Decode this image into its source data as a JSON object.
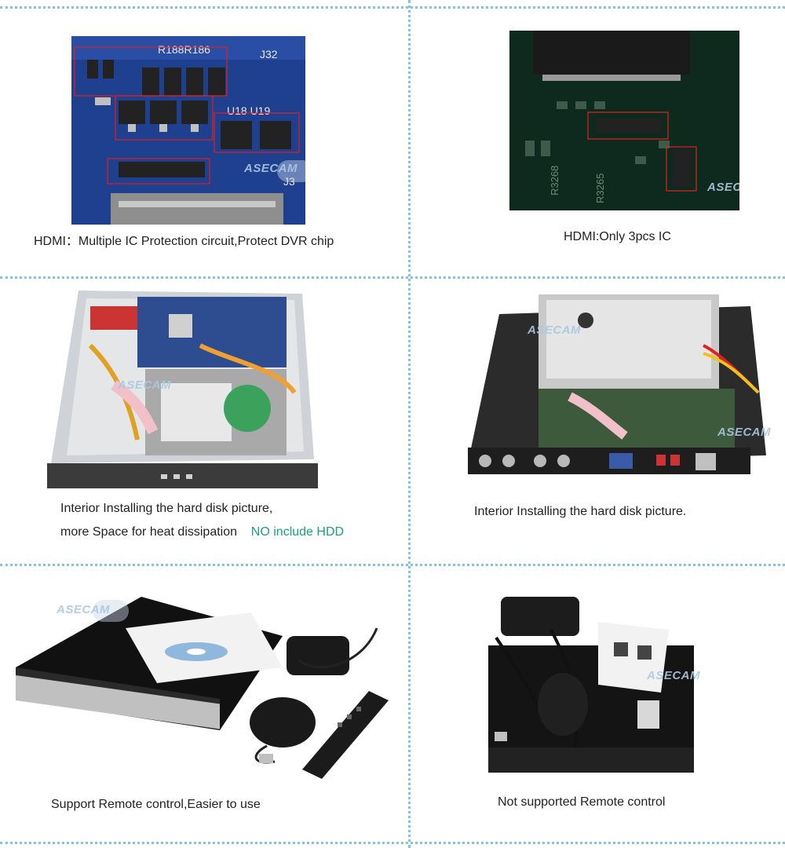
{
  "watermark": "ASECAM",
  "panels": [
    {
      "id": "hdmi-good",
      "caption": "HDMI：Multiple IC Protection circuit,Protect DVR chip"
    },
    {
      "id": "hdmi-bad",
      "caption": "HDMI:Only 3pcs IC"
    },
    {
      "id": "interior-good",
      "caption_line1": "Interior Installing the hard disk picture,",
      "caption_line2": "more Space for heat dissipation",
      "caption_note": "NO include HDD"
    },
    {
      "id": "interior-bad",
      "caption": "Interior Installing the hard disk picture."
    },
    {
      "id": "remote-good",
      "caption": "Support Remote control,Easier to use"
    },
    {
      "id": "remote-bad",
      "caption": "Not supported Remote control"
    }
  ],
  "colors": {
    "divider": "#7fc3e6",
    "note": "#1aa07a",
    "pcb_blue": "#1f3f8f",
    "pcb_green": "#0e2a1e",
    "highlight": "#e02020"
  }
}
